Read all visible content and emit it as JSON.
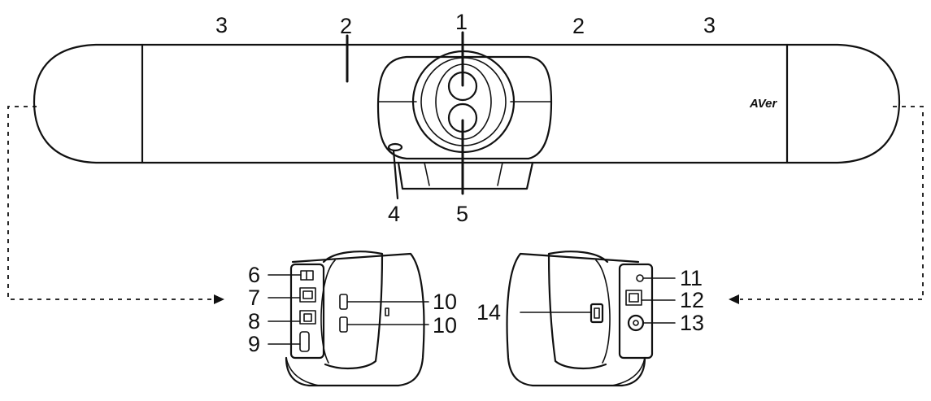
{
  "callouts": {
    "c1": "1",
    "c2a": "2",
    "c2b": "2",
    "c3a": "3",
    "c3b": "3",
    "c4": "4",
    "c5": "5",
    "c6": "6",
    "c7": "7",
    "c8": "8",
    "c9": "9",
    "c10a": "10",
    "c10b": "10",
    "c11": "11",
    "c12": "12",
    "c13": "13",
    "c14": "14"
  },
  "logo": "AVer",
  "colors": {
    "line": "#111111",
    "background": "#ffffff"
  }
}
